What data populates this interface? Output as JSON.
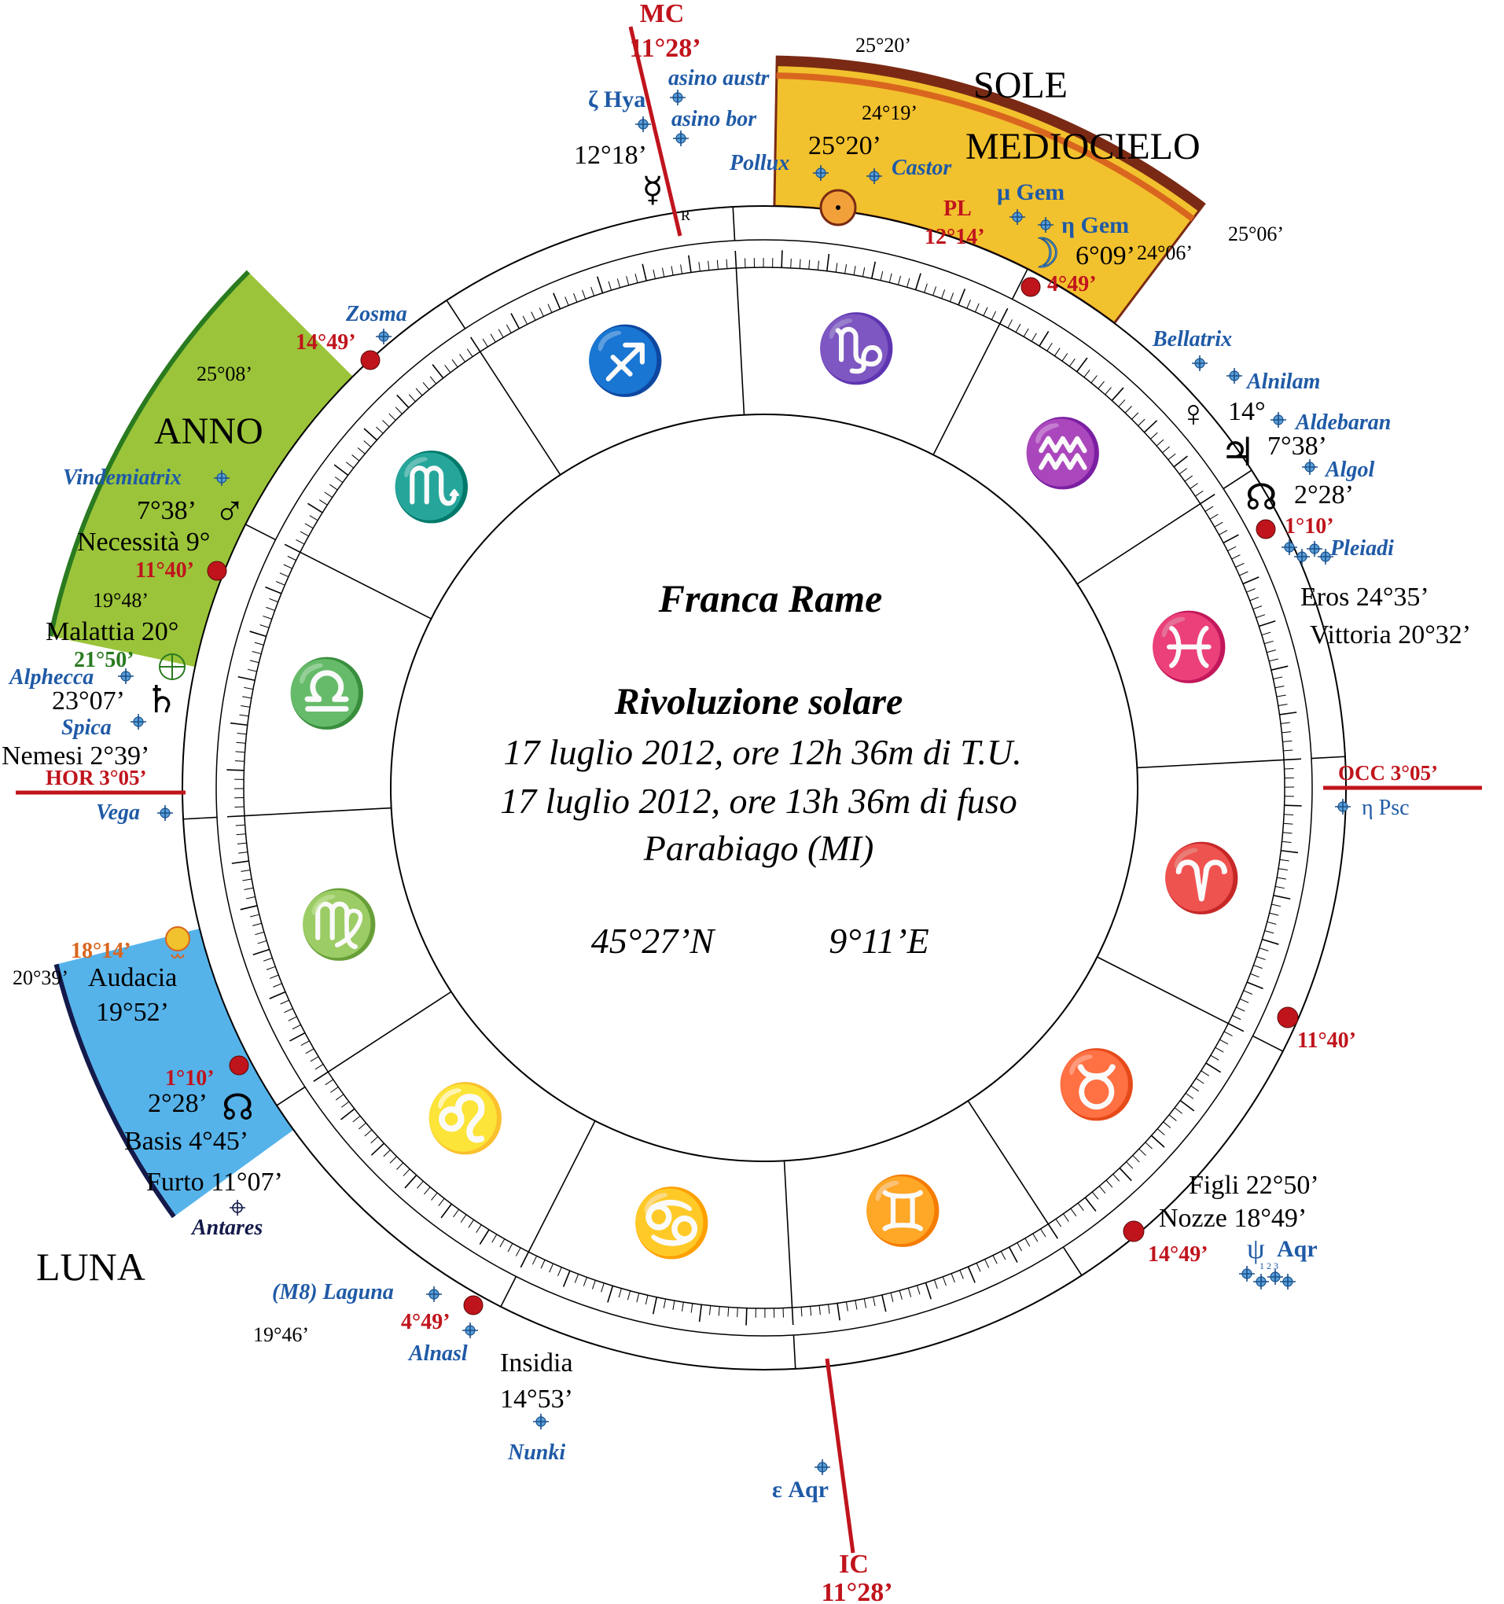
{
  "colors": {
    "red": "#c0141c",
    "blue": "#1f5aa6",
    "black": "#000000",
    "green": "#9bc43a",
    "gold": "#f2c12e",
    "sky": "#56b3ea",
    "brown": "#7a2a14",
    "orange": "#d9661e",
    "dkgreen": "#2a7a20"
  },
  "center": {
    "name": "Franca Rame",
    "type": "Rivoluzione solare",
    "line1": "17 luglio 2012, ore 12h 36m di T.U.",
    "line2": "17 luglio 2012, ore 13h 36m di fuso",
    "place": "Parabiago (MI)",
    "lat": "45°27’N",
    "lon": "9°11’E"
  },
  "signs": [
    {
      "name": "aries",
      "glyph": "♈"
    },
    {
      "name": "taurus",
      "glyph": "♉"
    },
    {
      "name": "gemini",
      "glyph": "♊"
    },
    {
      "name": "cancer",
      "glyph": "♋"
    },
    {
      "name": "leo",
      "glyph": "♌"
    },
    {
      "name": "virgo",
      "glyph": "♍"
    },
    {
      "name": "libra",
      "glyph": "♎"
    },
    {
      "name": "scorpio",
      "glyph": "♏"
    },
    {
      "name": "sagittarius",
      "glyph": "♐"
    },
    {
      "name": "capricorn",
      "glyph": "♑"
    },
    {
      "name": "aquarius",
      "glyph": "♒"
    },
    {
      "name": "pisces",
      "glyph": "♓"
    }
  ],
  "axes": {
    "mc": {
      "label": "MC",
      "value": "11°28’"
    },
    "ic": {
      "label": "IC",
      "value": "11°28’"
    },
    "hor": {
      "label": "HOR 3°05’"
    },
    "occ": {
      "label": "OCC 3°05’"
    }
  },
  "sectors": {
    "sole": {
      "title1": "SOLE",
      "title2": "MEDIOCIELO",
      "start": "25°20’",
      "start_inner": "24°19’",
      "end": "25°06’",
      "end_inner": "24°06’"
    },
    "anno": {
      "title": "ANNO",
      "top": "25°08’",
      "bottom": "19°48’"
    },
    "luna": {
      "title": "LUNA",
      "top": "20°39’",
      "bottom": "19°46’"
    }
  },
  "labels": {
    "mc_stars": [
      {
        "name": "ζ Hya",
        "kind": "star"
      },
      {
        "name": "asino austr",
        "kind": "star-italic"
      },
      {
        "name": "asino bor",
        "kind": "star-italic"
      }
    ],
    "mercury_pos": "12°18’",
    "mercury_r": "R",
    "pollux": "Pollux",
    "castor": "Castor",
    "sun_pos": "25°20’",
    "mu_gem": "μ Gem",
    "eta_gem": "η Gem",
    "pl": "PL",
    "pl_pos": "12°14’",
    "moon_pos": "6°09’",
    "red_4_49_top": "4°49’",
    "zosma": "Zosma",
    "red_14_49_top": "14°49’",
    "bellatrix": "Bellatrix",
    "alnilam": "Alnilam",
    "venus_pos": "14°",
    "aldebaran": "Aldebaran",
    "jupiter_pos": "7°38’",
    "algol": "Algol",
    "node_pos_right": "2°28’",
    "red_1_10_right": "1°10’",
    "pleiadi": "Pleiadi",
    "eros": "Eros 24°35’",
    "vittoria": "Vittoria 20°32’",
    "eta_psc": "η Psc",
    "red_11_40_right": "11°40’",
    "figli": "Figli 22°50’",
    "nozze": "Nozze 18°49’",
    "red_14_49_bottom": "14°49’",
    "psi_aqr": "Aqr",
    "psi_sub": "1 2 3",
    "eps_aqr": "ε Aqr",
    "vindemiatrix": "Vindemiatrix",
    "mars_pos": "7°38’",
    "necessita": "Necessità 9°",
    "red_11_40_left": "11°40’",
    "malattia": "Malattia 20°",
    "fortune_pos": "21°50’",
    "alphecca": "Alphecca",
    "saturn_pos": "23°07’",
    "spica": "Spica",
    "nemesi": "Nemesi 2°39’",
    "vega": "Vega",
    "lilith_pos": "18°14’",
    "audacia": "Audacia",
    "audacia_pos": "19°52’",
    "red_1_10_left": "1°10’",
    "node_pos_left": "2°28’",
    "basis": "Basis 4°45’",
    "furto": "Furto 11°07’",
    "antares": "Antares",
    "laguna": "(M8) Laguna",
    "red_4_49_bottom": "4°49’",
    "alnasl": "Alnasl",
    "insidia": "Insidia",
    "insidia_pos": "14°53’",
    "nunki": "Nunki"
  }
}
